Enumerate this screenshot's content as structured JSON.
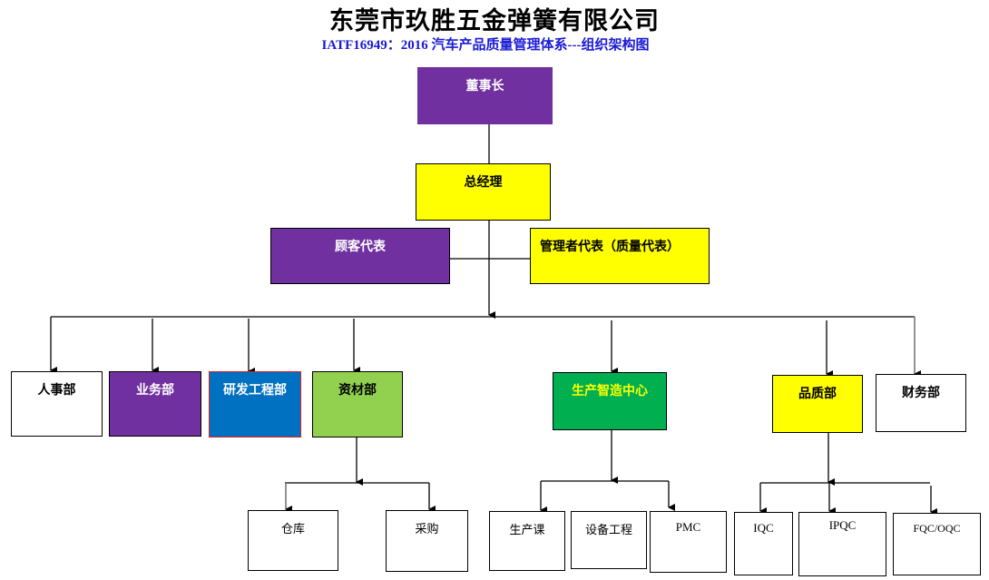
{
  "header": {
    "title": "东莞市玖胜五金弹簧有限公司",
    "subtitle": "IATF16949：2016 汽车产品质量管理体系---组织架构图"
  },
  "colors": {
    "purple": "#7030a0",
    "yellow": "#ffff00",
    "blue": "#0070c0",
    "light_green": "#92d050",
    "green": "#00b050",
    "white": "#ffffff",
    "red_border": "#e02020",
    "subtitle_blue": "#1a1ad6"
  },
  "org": {
    "chairman": "董事长",
    "general_manager": "总经理",
    "customer_rep": "顾客代表",
    "management_rep": "管理者代表（质量代表）",
    "departments": [
      {
        "id": "hr",
        "label": "人事部"
      },
      {
        "id": "sales",
        "label": "业务部"
      },
      {
        "id": "rnd",
        "label": "研发工程部"
      },
      {
        "id": "materials",
        "label": "资材部"
      },
      {
        "id": "production",
        "label": "生产智造中心"
      },
      {
        "id": "quality",
        "label": "品质部"
      },
      {
        "id": "finance",
        "label": "财务部"
      }
    ],
    "materials_units": [
      "仓库",
      "采购"
    ],
    "production_units": [
      "生产课",
      "设备工程",
      "PMC"
    ],
    "quality_units": [
      "IQC",
      "IPQC",
      "FQC/OQC"
    ]
  }
}
